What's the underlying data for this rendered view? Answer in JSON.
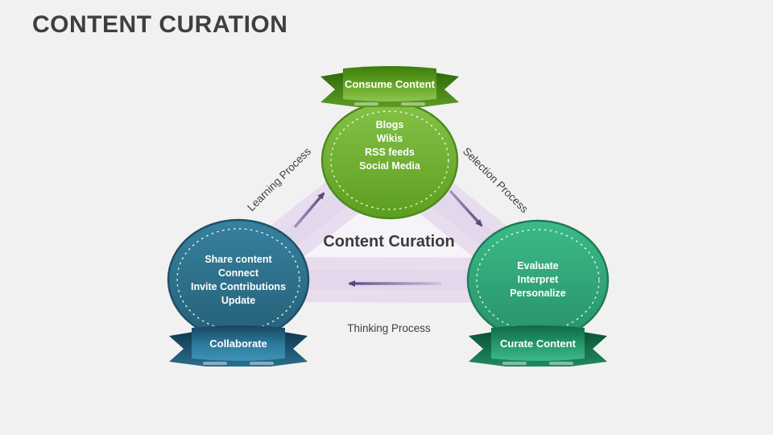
{
  "slide": {
    "title": "CONTENT CURATION",
    "background_color": "#f1f1f2"
  },
  "diagram": {
    "center_label": "Content Curation",
    "nodes": [
      {
        "id": "consume-content",
        "ribbon_label": "Consume Content",
        "items": [
          "Blogs",
          "Wikis",
          "RSS feeds",
          "Social Media"
        ],
        "theme_color": "#6cae2e"
      },
      {
        "id": "collaborate",
        "ribbon_label": "Collaborate",
        "items": [
          "Share content",
          "Connect",
          "Invite Contributions",
          "Update"
        ],
        "theme_color": "#2d7493"
      },
      {
        "id": "curate-content",
        "ribbon_label": "Curate Content",
        "items": [
          "Evaluate",
          "Interpret",
          "Personalize"
        ],
        "theme_color": "#2fae7c"
      }
    ],
    "process_labels": {
      "left": "Learning Process",
      "right": "Selection Process",
      "bottom": "Thinking Process"
    },
    "colors": {
      "triangle_band": "#e7ddee",
      "triangle_band_inner": "#ddd0e6",
      "arrow": "#5f4b85",
      "text_dark": "#3f3f3f"
    }
  }
}
